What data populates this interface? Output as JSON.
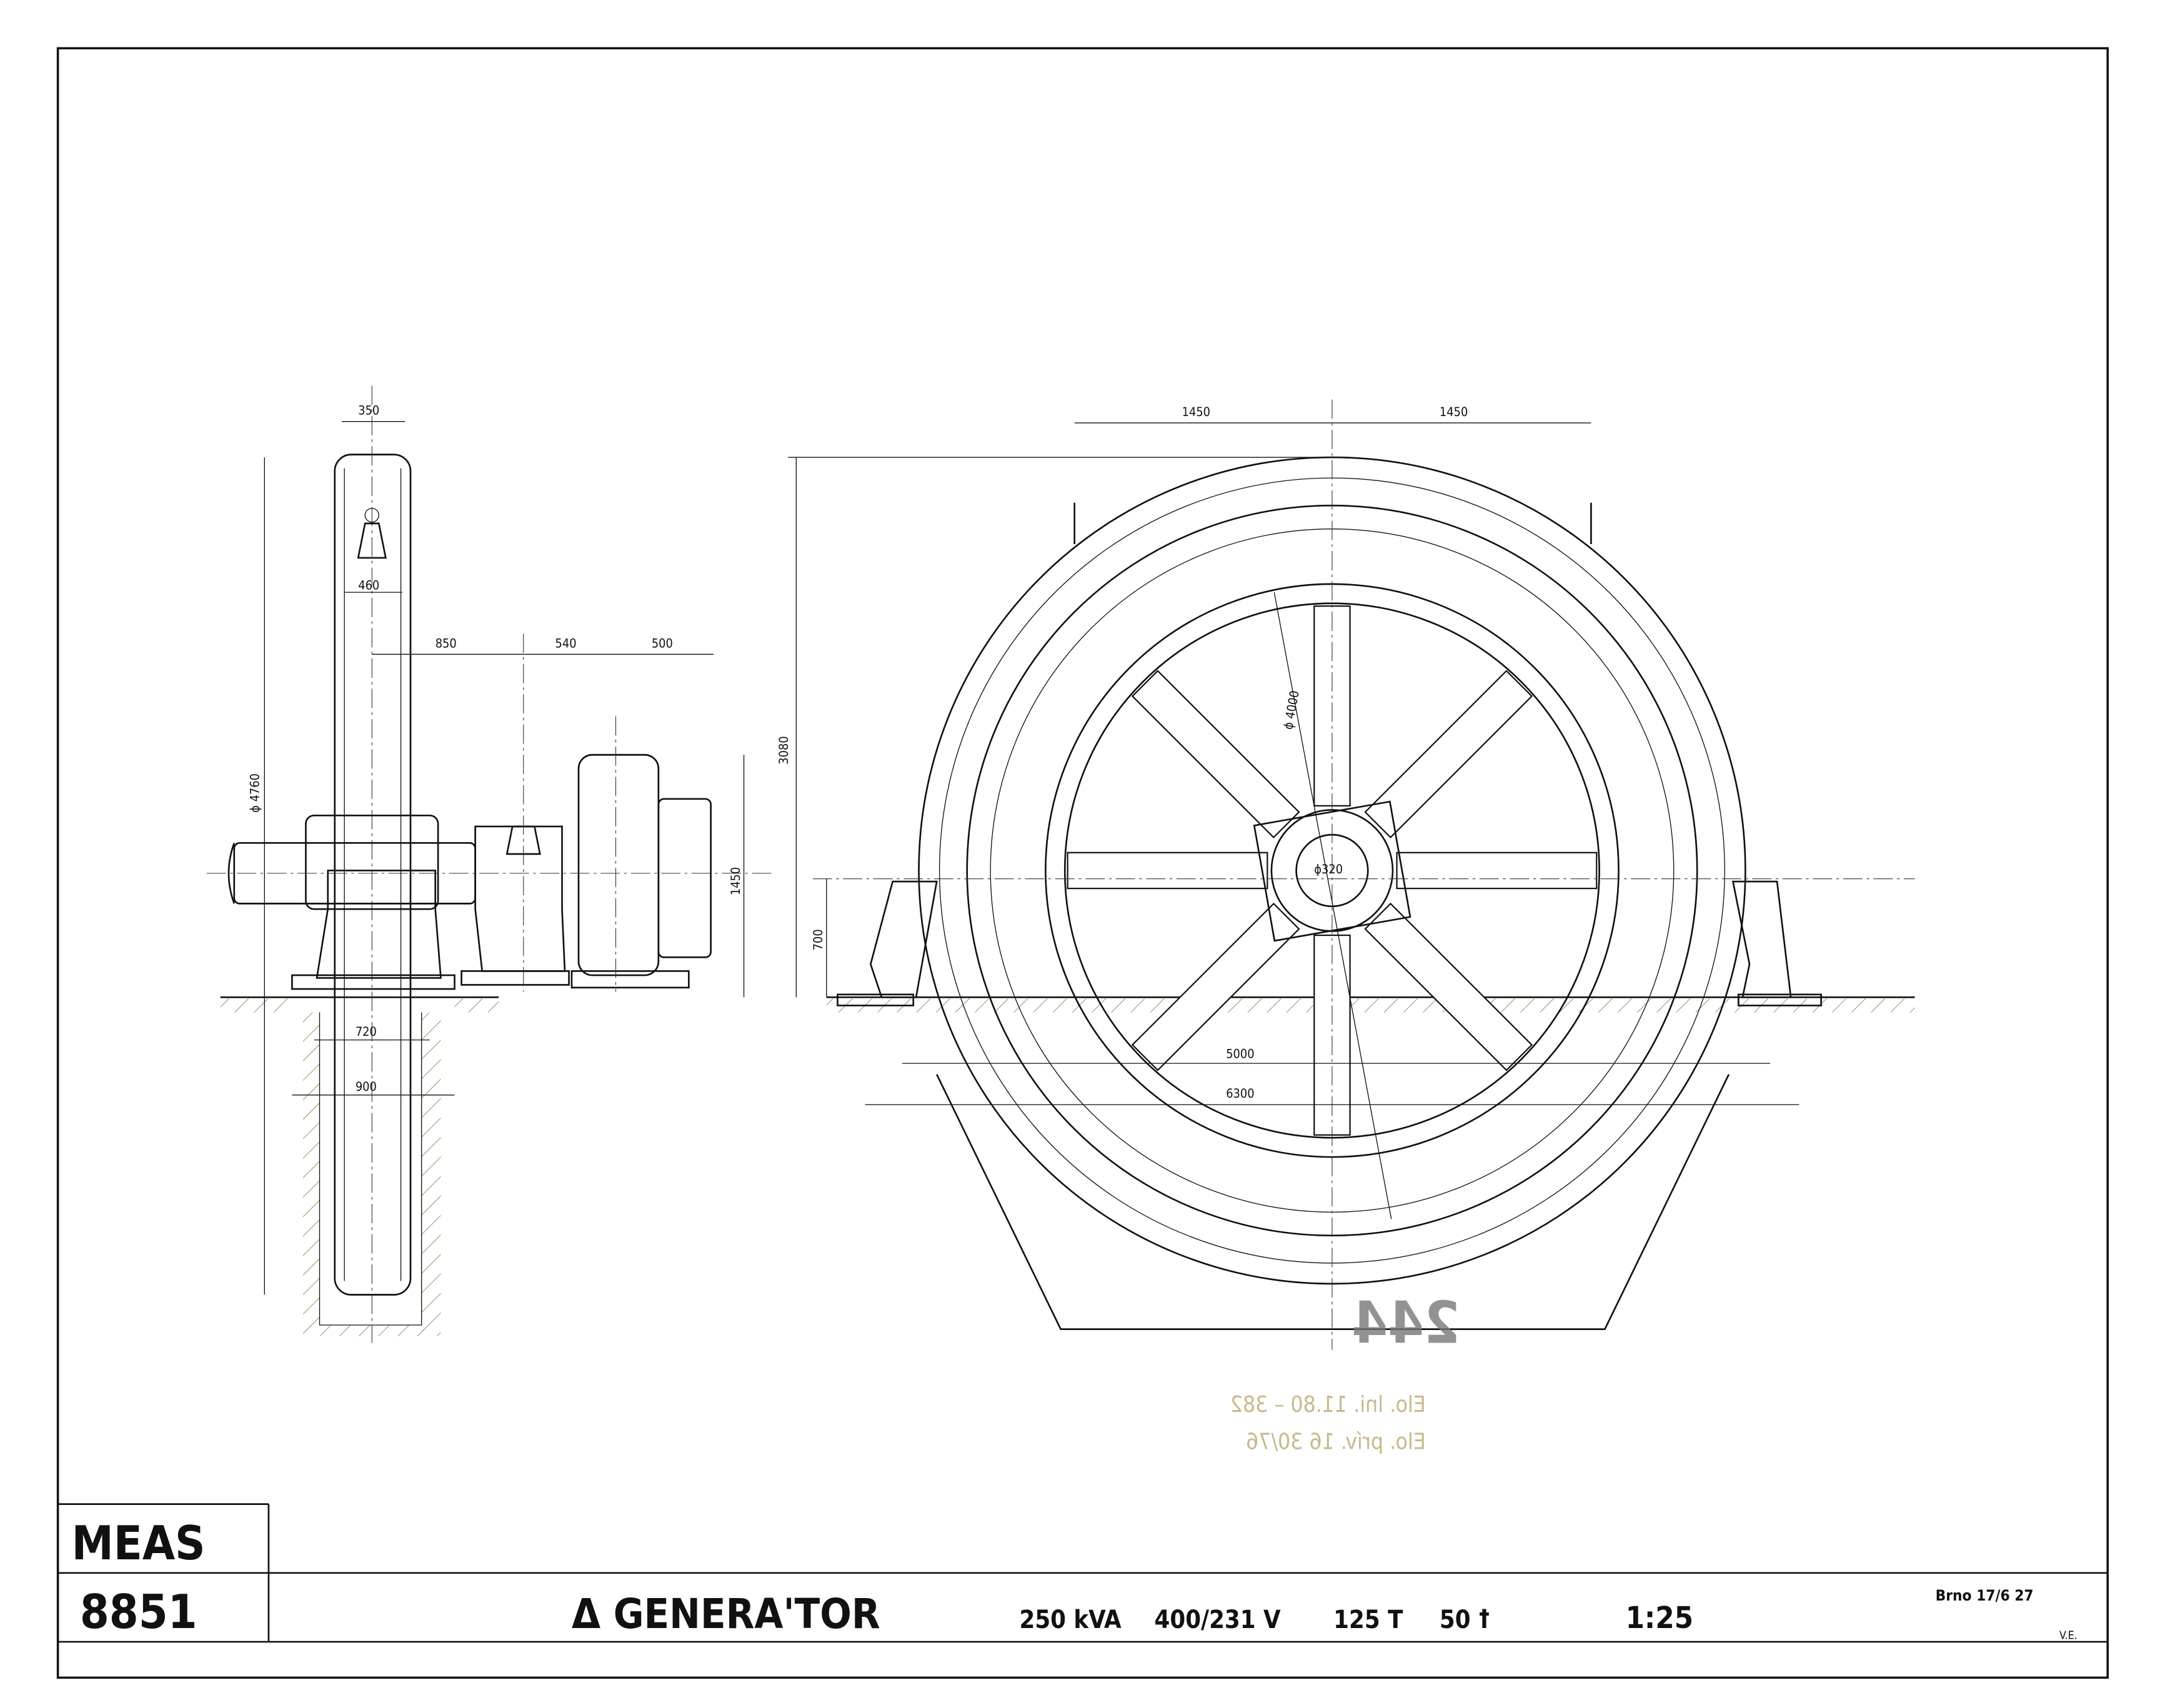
{
  "title_block": {
    "company": "MEAS",
    "drawing_number": "8851",
    "title": "Δ GENERA'TOR",
    "power": "250 kVA",
    "voltage": "400/231 V",
    "rpm": "125 T",
    "frequency": "50 ꝉ",
    "scale": "1:25",
    "place_date": "Brno 17/6 27",
    "initials": "V.E."
  },
  "side_view_dims": {
    "d350": "350",
    "d460": "460",
    "d850": "850",
    "d540": "540",
    "d500": "500",
    "phi4760": "ϕ 4760",
    "d1450": "1450",
    "d720": "720",
    "d900": "900"
  },
  "front_view_dims": {
    "left1450": "1450",
    "right1450": "1450",
    "h3080": "3080",
    "phi4000": "ϕ 4000",
    "phi320": "ϕ320",
    "h700": "700",
    "w5000": "5000",
    "w6300": "6300"
  },
  "stamp": "244",
  "pencil_notes": [
    "Elo. lni. 11.80 – 382",
    "Elo. prív. 16 30/76"
  ]
}
